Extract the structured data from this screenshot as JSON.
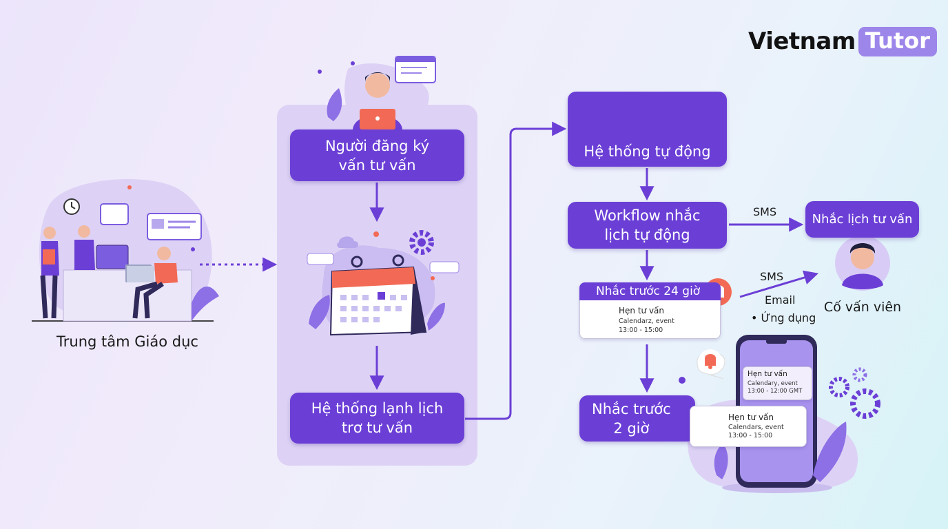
{
  "logo": {
    "part1": "Vietnam",
    "part2": "Tutor"
  },
  "nodes": {
    "education_center": "Trung tâm Giáo dục",
    "registrant": "Người đăng ký\nvấn tư vấn",
    "scheduler": "Hệ thống lạnh lịch\ntrơ tư vấn",
    "auto_system": "Hệ thống tự động",
    "workflow": "Workflow nhắc\nlịch tự động",
    "reminder_24h": "Nhắc trước 24 giờ",
    "reminder_2h": "Nhắc trước\n2 giờ",
    "consult_reminder": "Nhắc lịch tư vấn",
    "advisor": "Cố vấn viên"
  },
  "edge_labels": {
    "sms_1": "SMS",
    "sms_2": "SMS",
    "email": "Email",
    "app": "• Ứng dụng"
  },
  "cards": {
    "card_24h": {
      "title": "Hẹn tư vấn",
      "line1": "Calendarz, event",
      "line2": "13:00 - 15:00"
    },
    "card_2h": {
      "title": "Hẹn tư vấn",
      "line1": "Calendars, event",
      "line2": "13:00 - 15:00"
    },
    "phone_card": {
      "title": "Hẹn tư vấn",
      "line1": "Calendary, event",
      "line2": "13:00 - 12:00 GMT"
    }
  },
  "colors": {
    "primary": "#6b3fd6",
    "panel": "#ddd2f5",
    "accent_red": "#f26a55",
    "arrow": "#6b3fd6"
  }
}
